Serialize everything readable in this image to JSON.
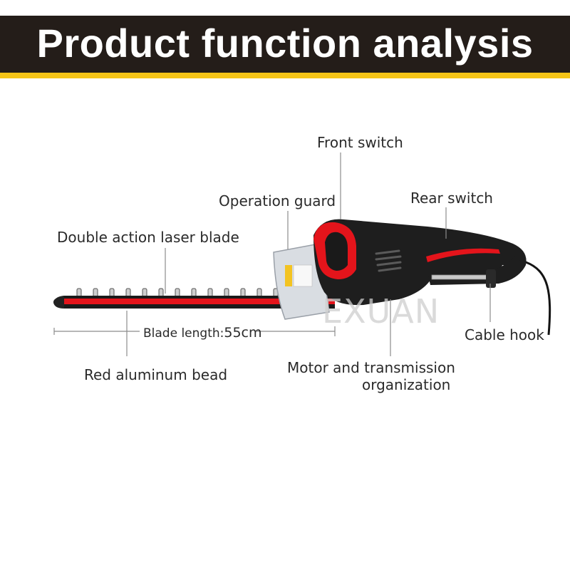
{
  "header": {
    "title": "Product function analysis"
  },
  "callouts": {
    "front_switch": "Front switch",
    "operation_guard": "Operation guard",
    "rear_switch": "Rear switch",
    "double_action_blade": "Double action laser blade",
    "cable_hook": "Cable hook",
    "blade_length_label": "Blade length:",
    "blade_length_value": "55cm",
    "red_aluminum_bead": "Red aluminum bead",
    "motor_line1": "Motor and transmission",
    "motor_line2": "organization"
  },
  "watermark": "EXUAN",
  "colors": {
    "header_bg": "#241d19",
    "accent_stripe": "#f5c518",
    "tool_red": "#e4141b",
    "tool_black": "#1c1c1c"
  }
}
